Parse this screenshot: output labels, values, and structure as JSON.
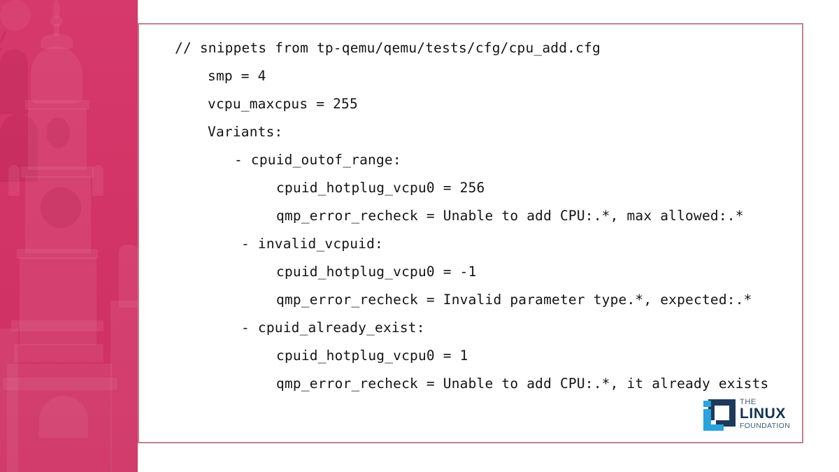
{
  "slide": {
    "background_color": "#ffffff",
    "card_border_color": "#c0838f",
    "photo_overlay_color": "#d6396c"
  },
  "photo": {
    "alt": "church clock tower photograph with magenta overlay",
    "subject": "baroque clock tower"
  },
  "code": {
    "language": "cfg",
    "lines": [
      {
        "indent": 0,
        "text": "// snippets from tp-qemu/qemu/tests/cfg/cpu_add.cfg"
      },
      {
        "indent": 1,
        "text": "smp = 4"
      },
      {
        "indent": 1,
        "text": "vcpu_maxcpus = 255"
      },
      {
        "indent": 1,
        "text": "Variants:"
      },
      {
        "indent": 2,
        "text": "- cpuid_outof_range:"
      },
      {
        "indent": 3,
        "text": "cpuid_hotplug_vcpu0 = 256"
      },
      {
        "indent": 3,
        "text": "qmp_error_recheck = Unable to add CPU:.*, max allowed:.*"
      },
      {
        "indent": 4,
        "text": "- invalid_vcpuid:"
      },
      {
        "indent": 3,
        "text": "cpuid_hotplug_vcpu0 = -1"
      },
      {
        "indent": 3,
        "text": "qmp_error_recheck = Invalid parameter type.*, expected:.*"
      },
      {
        "indent": 4,
        "text": "- cpuid_already_exist:"
      },
      {
        "indent": 3,
        "text": "cpuid_hotplug_vcpu0 = 1"
      },
      {
        "indent": 3,
        "text": "qmp_error_recheck = Unable to add CPU:.*, it already exists"
      }
    ]
  },
  "logo": {
    "name": "the-linux-foundation",
    "line1": "THE",
    "line2": "LINUX",
    "line3": "FOUNDATION",
    "mark_dark_color": "#1b3a5c",
    "mark_accent_color": "#29a3dc"
  }
}
